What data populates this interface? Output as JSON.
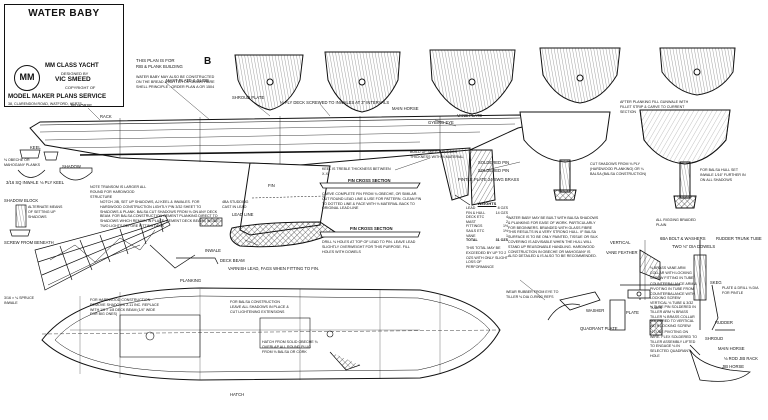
{
  "title_block": {
    "name": "WATER BABY",
    "class": "MM CLASS YACHT",
    "designed_by": "DESIGNED BY",
    "designer": "VIC SMEED",
    "copyright": "COPYRIGHT OF",
    "publisher": "MODEL MAKER PLANS SERVICE",
    "address": "38, CLARENDON ROAD, WATFORD, HERTS.",
    "logo": "MM"
  },
  "plan_box": {
    "line1": "THIS PLAN IS FOR",
    "line2": "RIB & PLANK BUILDING",
    "plan_letter": "B",
    "info": "WATER BABY MAY ALSO BE CONSTRUCTED ON THE BREAD & BUTTER OR GLASS FIBRE SHELL PRINCIPLE - ORDER PLAN A OR 1504"
  },
  "labels": {
    "mast_plate": "MAST PLATE & SLIDE",
    "jib_horse": "JIB HORSE",
    "shroud_plate": "SHROUD PLATE",
    "deck_screwed": "⅛ PLY DECK SCREWED TO INWALES AT 3\" INTERVALS",
    "main_horse": "MAIN HORSE",
    "rack": "RACK",
    "gybing_eye": "GYBING EYE",
    "vane_plate": "VANE PLATE",
    "fin_lead": "FIN",
    "lead_line": "LEAD LINE",
    "soldered_pin": "SOLDERED PIN",
    "pintle_plate": "PINTLE PLATE 24 SWG BRASS",
    "keel_thickness": "KEEL IS TREBLE THICKNESS BETWEEN X-X",
    "fin_cross_section": "FIN CROSS SECTION",
    "fin_cross_section_2": "FIN CROSS SECTION",
    "carve_fin": "CARVE COMPLETE FIN FROM ¾ OBECHE, OR SIMILAR. CUT ROUND LEAD LINE & USE FOR PATTERN. CLEAN FIN TO DOTTED LINE & FACE WITH ⅛ MATERIAL BACK TO ORIGINAL LEAD LINE",
    "drill_holes": "DRILL ⅛ HOLES AT TOP OF LEAD TO PIN. LEAVE LEAD SLIGHTLY OVERWEIGHT FOR THIS PURPOSE. FILL HOLES WITH DOWELS",
    "build_up_skeg": "BUILD UP SKEG & RUDDER THICKNESS WITH ⅛ MATERIAL",
    "note_transom": "NOTE TRANSOM IS LARGER ALL ROUND FOR HARDWOOD STRUCTURE",
    "notch_jib": "NOTCH JIB, SET UP SHADOWS, AJ KEEL & INWALES. FOR HARDWOOD CONSTRUCTION LIGHTLY PIN 3/32 SHEET TO SHADOWS & PLANK. BALSA CUT SHADOWS FROM ⅛ ON ANY DECK BEAM. FOR BALSA CONSTRUCTION CEMENT PLANKING DIRECT TO SHADOWS WHICH REMAIN IN PLACE. CEMENT DECK BEAMS INSIDE TWO LIGHTS BEFORE FITTING DECK",
    "stud": "4BA STUDDING CAST IN LEAD",
    "varnish": "VARNISH LEAD, FAGS WHEN FITTING TO FIN.",
    "after_planking": "AFTER PLANKING FILL GUNWALE WITH FILLET STRIP & CARVE TO CURRENT SECTION",
    "cut_shadows": "CUT SHADOWS FROM ⅛ PLY (HARDWOOD PLANKING) OR ¼ BALSA (BALSA CONSTRUCTION)",
    "for_balsa_hull": "FOR BALSA HULL SET INWALE 1/16\" FURTHER IN ON ALL SHADOWS",
    "keel": "KEEL",
    "ply_keel": "⅛ PLY KEEL",
    "shadow": "SHADOW",
    "obeche_planks": "⅛ OBECHE OR MAHOGANY PLANKS",
    "inwale_left": "3/16 SQ INWALE",
    "shadow_block": "SHADOW BLOCK",
    "alternate_means": "ALTERNATE MEANS OF SETTING UP SHADOWS",
    "screw_beneath": "SCREW FROM BENEATH",
    "planking": "PLANKING",
    "inwale": "INWALE",
    "deck_beam": "DECK BEAM",
    "inwale_bottom": "3/16 × ¼ SPRUCE INWALE",
    "hardwood_construction": "FOR HARDWOOD CONSTRUCTION REMOVE SHADOWS 2-11 INC. REPLACE WITH 1/8 × 1/8 DECK BEAM (1/4\" WIDE FOR BIG ONES)",
    "balsa_construction": "FOR BALSA CONSTRUCTION LEAVE ALL SHADOWS IN PLACE & CUT LIGHTENING EXTENSIONS",
    "hatch_solid": "HATCH FROM SOLID OBECHE ¾ OVERLAP ALL ROUND PLUG FROM ⅛ BALSA OR CORK",
    "hatch": "HATCH",
    "wear_rubber": "WEAR RUBBER FROM EYE TO TILLER ⅛ DIA O-RING REFS",
    "water_baby_balsa": "WATER BABY MAY BE BUILT WITH BALSA SHADOWS & PLANKING FOR EASE OF WORK. PARTICULARLY FOR BEGINNERS. BRANDED WITH GLASS FIBRE THIS RESULTS IN A VERY STRONG HULL. IF BALSA SURFACE IS TO BE ONLY PAINTED, TISSUE OR SILK COVERING IS ADVISABLE WHEN THE HULL WILL STAND UP REASONABLE HANDLING. HARDWOOD CONSTRUCTION IN OBECHE OR MAHOGANY IS ALSO DETAILED & IS ALSO TO BE RECOMMENDED.",
    "all_rigging": "ALL RIGGING BRAIDED PLAIN",
    "vane_feather": "VANE FEATHER",
    "vertical": "VERTICAL",
    "bolt_washers": "6BA BOLT & WASHERS",
    "two_dowels": "TWO ⅛\" DIA DOWELS",
    "brass_vane": "⅛ BRASS VANE ARM COLLAR WITH LOCKING SCREW FITTING IN TUBE",
    "counterbalance": "COUNTERBALANCE ARM & PIVOTING IN TUBE FROM COUNTERBALANCE WITH LOCKING SCREW VERTICAL ⅛ TUBE & 3/32 TUBES",
    "tiller_arm": "⅛ TUBE PIN SOLDERED IN TILLER ARM ⅛ BRASS TILLER ⅛ BRASS COLLAR SOLDERED TO VERTICAL WITH LOCKING SCREW",
    "tube_pivoting": "⅛ TUBE PIVOTING ON WIRE. FLEX SOLDERED TO TILLER ASSEMBLY LIFTED TO ENGAGE ⅛ IN SELECTED QUADRANT HOLE",
    "quadrant_plate": "QUADRANT PLATE",
    "washer": "WASHER",
    "plate": "PLATE",
    "rudder_tiller": "RUDDER TRUNK TUBE",
    "skeg": "SKEG",
    "plate_drill": "PLATE & DRILL ⅛ DIA FOR PINTLE",
    "rudder": "RUDDER",
    "shroud": "SHROUD",
    "main_horse_2": "MAIN HORSE",
    "jib_horse_2": "JIB HORSE",
    "jib_rack": "⅛ ROD JIB RACK",
    "total_note": "THIS TOTAL MAY BE EXCEEDED BY UP TO 2 OZS WITH ONLY SLIGHT LOSS OF PERFORMANCE",
    "solid_pin": "SOLDERED PIN"
  },
  "weights": {
    "heading": "WEIGHTS",
    "rows": [
      {
        "item": "LEAD",
        "value": "8 OZS"
      },
      {
        "item": "FIN & HULL",
        "value": "14 OZS"
      },
      {
        "item": "DECK ETC",
        "value": "4"
      },
      {
        "item": "MAST",
        "value": "2"
      },
      {
        "item": "FITTINGS",
        "value": "1½"
      },
      {
        "item": "SAILS ETC",
        "value": "1½"
      },
      {
        "item": "VANE",
        "value": "1"
      },
      {
        "item": "TOTAL",
        "value": "31 OZS"
      }
    ]
  },
  "colors": {
    "ink": "#111111",
    "paper": "#ffffff",
    "hatch": "#333333"
  }
}
